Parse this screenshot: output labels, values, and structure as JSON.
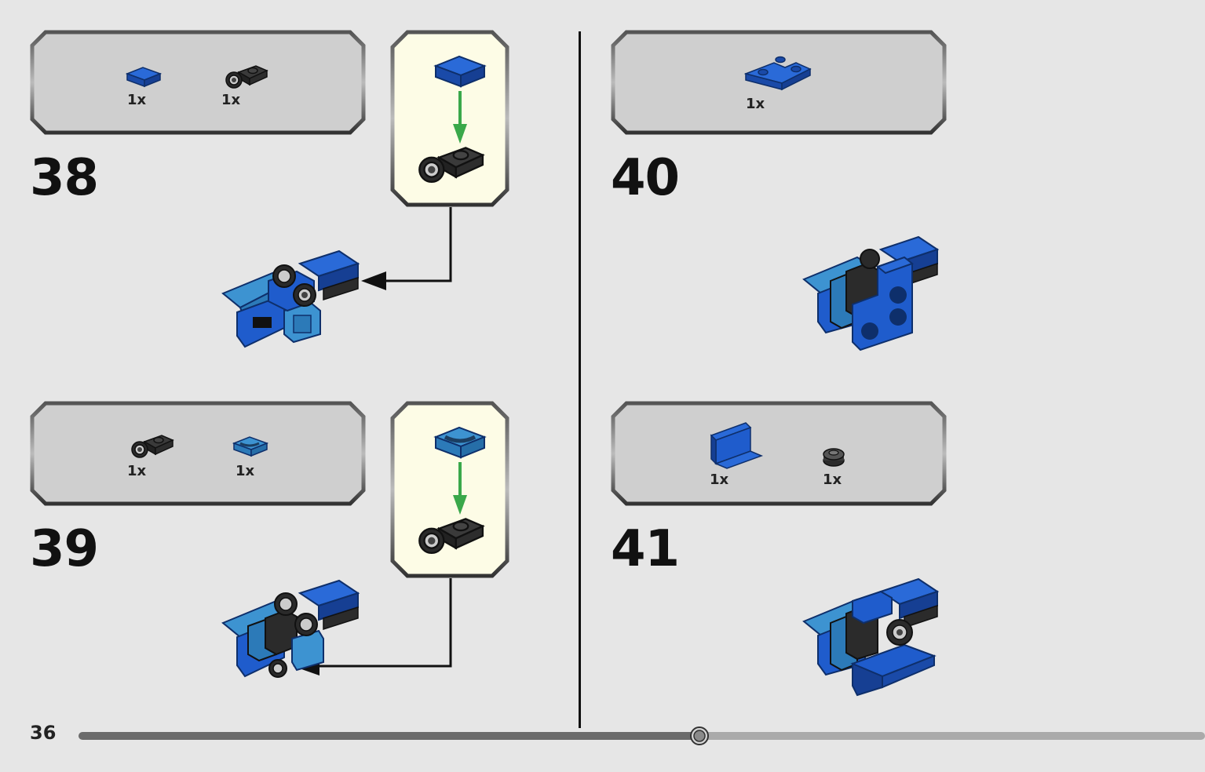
{
  "steps": [
    {
      "number": "38",
      "parts": [
        {
          "qty": "1x",
          "name": "blue-tile-icon"
        },
        {
          "qty": "1x",
          "name": "black-wheel-plate-icon"
        }
      ]
    },
    {
      "number": "39",
      "parts": [
        {
          "qty": "1x",
          "name": "black-wheel-plate-icon"
        },
        {
          "qty": "1x",
          "name": "medium-blue-tile-icon"
        }
      ]
    },
    {
      "number": "40",
      "parts": [
        {
          "qty": "1x",
          "name": "blue-corner-plate-icon"
        }
      ]
    },
    {
      "number": "41",
      "parts": [
        {
          "qty": "1x",
          "name": "blue-bracket-icon"
        },
        {
          "qty": "1x",
          "name": "black-round-plate-icon"
        }
      ]
    }
  ],
  "page": {
    "number": "36"
  },
  "progress": {
    "fraction": 0.55
  },
  "colors": {
    "background": "#e6e6e6",
    "parts_box": "#cfcfcf",
    "callout_bg": "#fdfce6",
    "brick_blue": "#1f5ccc",
    "brick_medium_blue": "#3d93d1",
    "brick_black": "#2b2b2b",
    "arrow_green": "#3aa84a"
  }
}
